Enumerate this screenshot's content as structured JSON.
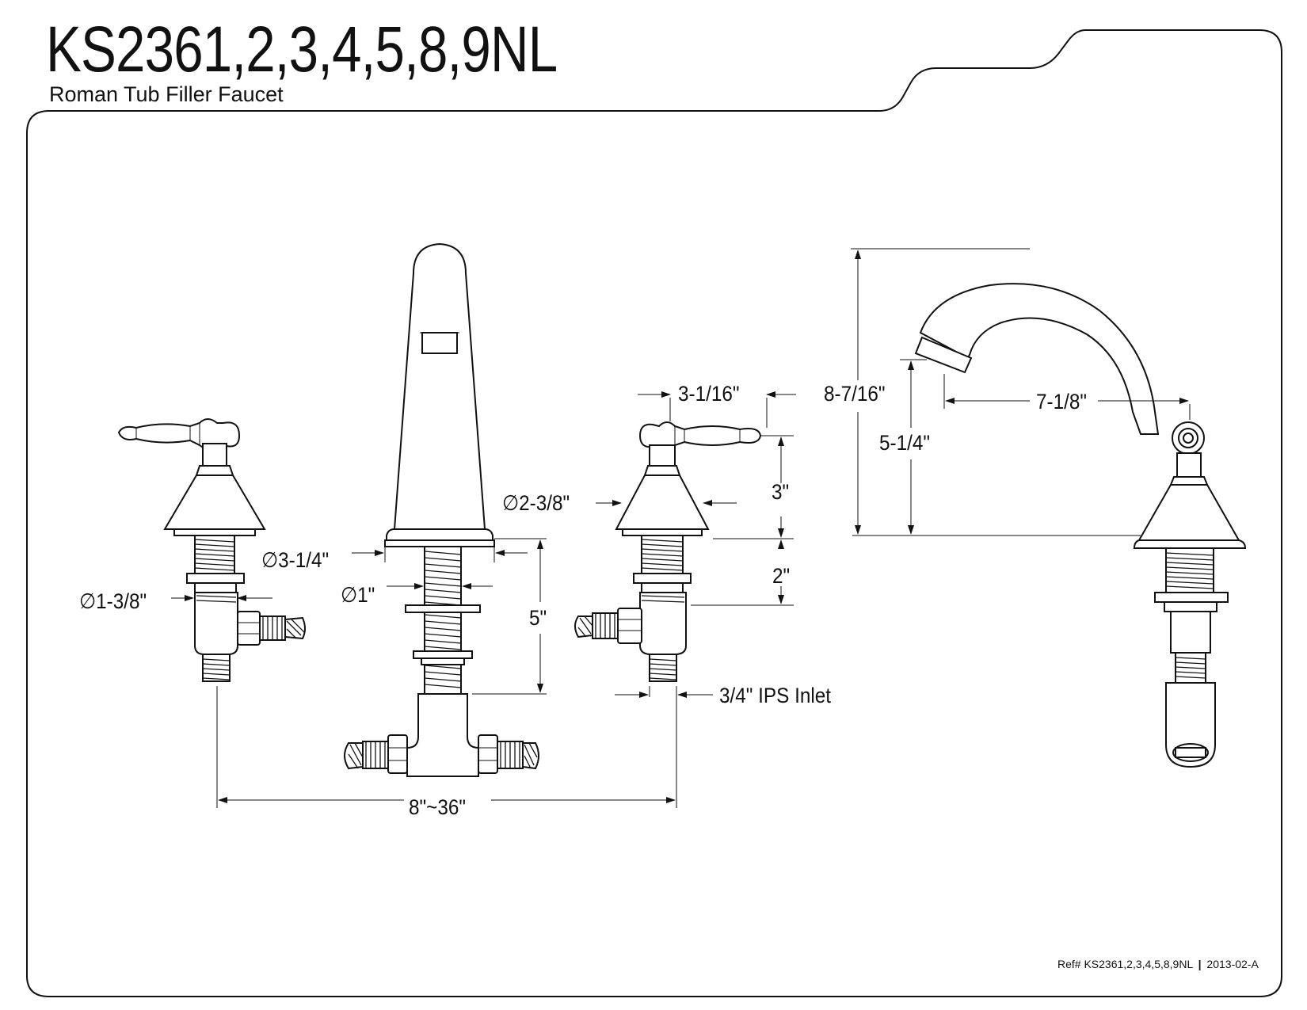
{
  "title": "KS2361,2,3,4,5,8,9NL",
  "subtitle": "Roman Tub Filler Faucet",
  "dimensions": {
    "handle_spread": "3-1/16\"",
    "overall_height": "8-7/16\"",
    "spout_reach": "7-1/8\"",
    "spout_height": "5-1/4\"",
    "handle_height": "3\"",
    "escutcheon_dia": "∅2-3/8\"",
    "spout_base_dia": "∅3-1/4\"",
    "shank_dia": "∅1\"",
    "valve_shank_dia": "∅1-3/8\"",
    "mount_thickness": "2\"",
    "spout_shank_length": "5\"",
    "inlet": "3/4\" IPS Inlet",
    "centers": "8\"~36\""
  },
  "reference": {
    "ref": "Ref# KS2361,2,3,4,5,8,9NL",
    "separator": "|",
    "date": "2013-02-A"
  }
}
